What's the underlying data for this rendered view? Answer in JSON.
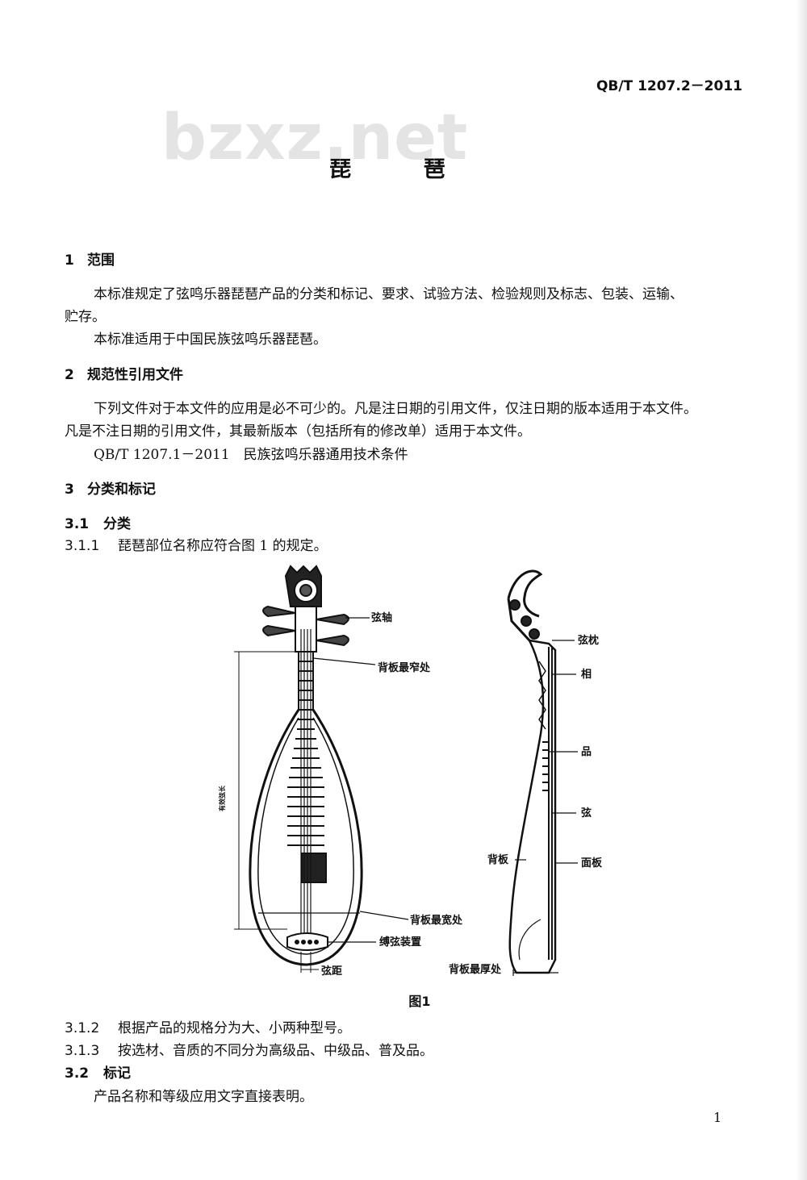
{
  "header": {
    "standard_code": "QB/T 1207.2－2011"
  },
  "watermark": "bzxz.net",
  "title": "琵  琶",
  "sections": {
    "s1": {
      "number": "1",
      "heading": "范围"
    },
    "s1_p1_line1": "本标准规定了弦鸣乐器琵琶产品的分类和标记、要求、试验方法、检验规则及标志、包装、运输、",
    "s1_p1_line2": "贮存。",
    "s1_p2": "本标准适用于中国民族弦鸣乐器琵琶。",
    "s2": {
      "number": "2",
      "heading": "规范性引用文件"
    },
    "s2_p1_line1": "下列文件对于本文件的应用是必不可少的。凡是注日期的引用文件，仅注日期的版本适用于本文件。",
    "s2_p1_line2": "凡是不注日期的引用文件，其最新版本（包括所有的修改单）适用于本文件。",
    "s2_ref": "QB/T 1207.1－2011　民族弦鸣乐器通用技术条件",
    "s3": {
      "number": "3",
      "heading": "分类和标记"
    },
    "s31": {
      "number": "3.1",
      "heading": "分类"
    },
    "s311": {
      "number": "3.1.1",
      "text": "琵琶部位名称应符合图 1 的规定。"
    },
    "s312": {
      "number": "3.1.2",
      "text": "根据产品的规格分为大、小两种型号。"
    },
    "s313": {
      "number": "3.1.3",
      "text": "按选材、音质的不同分为高级品、中级品、普及品。"
    },
    "s32": {
      "number": "3.2",
      "heading": "标记"
    },
    "s32_p": "产品名称和等级应用文字直接表明。"
  },
  "figure": {
    "caption": "图1",
    "labels": {
      "tuning_peg": "弦轴",
      "back_narrowest": "背板最窄处",
      "effective_length": "有效弦长",
      "back_widest": "背板最宽处",
      "string_holder": "缚弦装置",
      "string_spacing": "弦距",
      "nut": "弦枕",
      "xiang": "相",
      "pin": "品",
      "string": "弦",
      "back_plate": "背板",
      "sound_board": "面板",
      "back_thickest": "背板最厚处"
    }
  },
  "page_number": "1"
}
